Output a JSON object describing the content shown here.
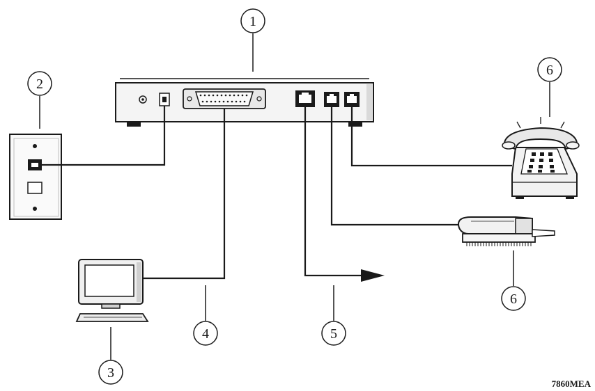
{
  "callouts": {
    "c1": "1",
    "c2": "2",
    "c3": "3",
    "c4": "4",
    "c5": "5",
    "c6_top": "6",
    "c6_bottom": "6"
  },
  "figure_code": "7860MEA",
  "colors": {
    "stroke": "#1a1a1a",
    "device_fill": "#f2f2f2",
    "shade": "#cfcfcf",
    "panel_fill": "#e4e4e4"
  },
  "icons": {
    "modem": "modem-rear-panel-icon",
    "wall_jack": "wall-phone-jack-icon",
    "computer": "computer-monitor-icon",
    "telephone": "desk-telephone-icon",
    "fax": "fax-answering-device-icon",
    "arrow": "arrow-right-icon"
  }
}
